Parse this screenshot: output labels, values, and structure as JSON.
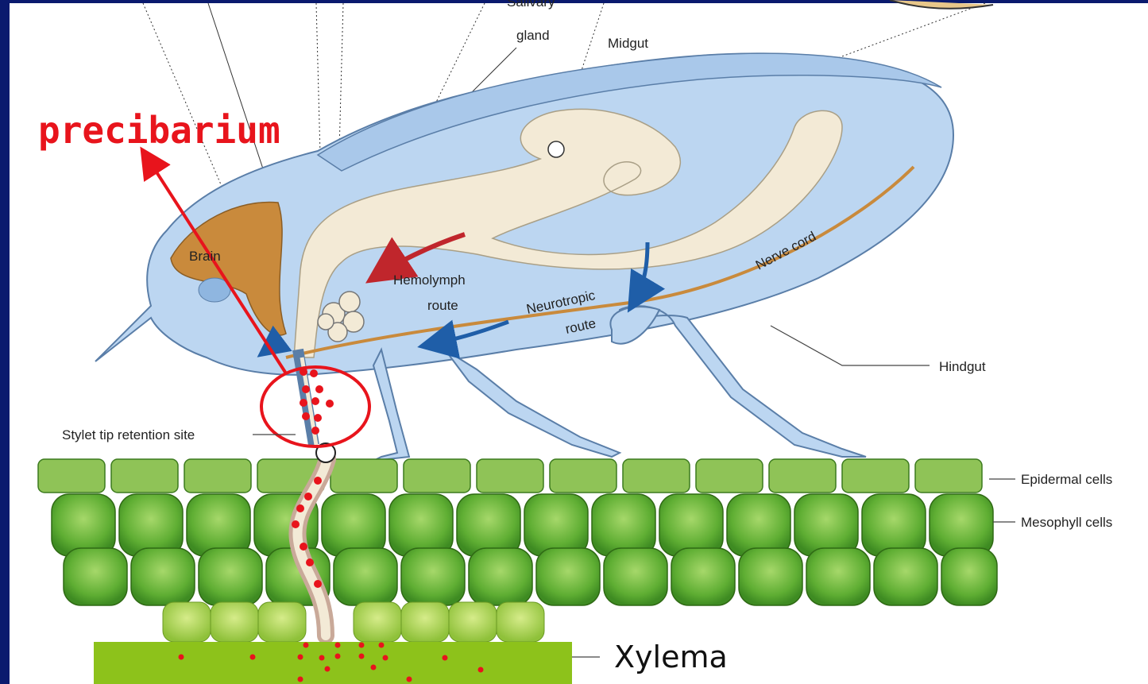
{
  "labels": {
    "salivary_gland_top": "Salivary",
    "salivary_gland": "gland",
    "midgut": "Midgut",
    "brain": "Brain",
    "hemolymph_1": "Hemolymph",
    "hemolymph_2": "route",
    "neurotropic_1": "Neurotropic",
    "neurotropic_2": "route",
    "nerve_cord": "Nerve cord",
    "hindgut": "Hindgut",
    "stylet": "Stylet tip retention site",
    "epidermal": "Epidermal cells",
    "mesophyll": "Mesophyll cells"
  },
  "annotations": {
    "precibarium": "precibarium",
    "xylema": "Xylema"
  },
  "colors": {
    "background": "#0a1a6e",
    "body": "#bcd6f1",
    "gut": "#f3ead6",
    "brain": "#c98a3c",
    "leaf": "#7ec34a",
    "xylem": "#8dc21b",
    "annotation": "#e8141c",
    "hemolymph_arrow": "#c0262c",
    "neuro_arrow": "#1f5ea8"
  }
}
